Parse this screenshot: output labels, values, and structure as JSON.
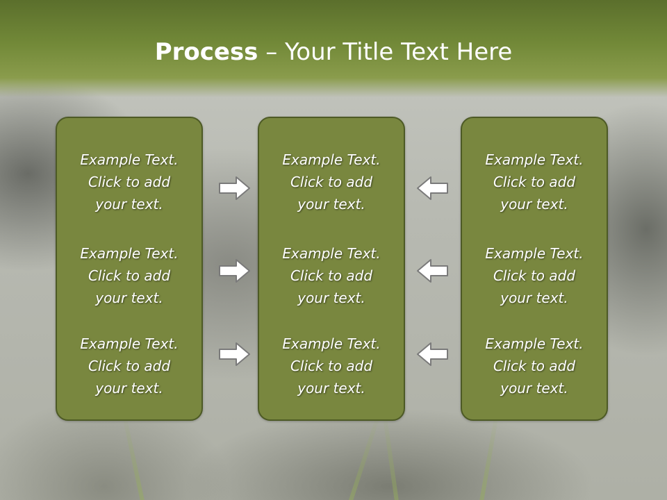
{
  "title": {
    "bold": "Process",
    "rest": " – Your Title Text Here"
  },
  "panels": [
    {
      "items": [
        {
          "l1": "Example Text.",
          "l2": "Click  to add",
          "l3": "your text."
        },
        {
          "l1": "Example Text.",
          "l2": "Click  to add",
          "l3": "your text."
        },
        {
          "l1": "Example Text.",
          "l2": "Click  to add",
          "l3": "your text."
        }
      ]
    },
    {
      "items": [
        {
          "l1": "Example Text.",
          "l2": "Click  to add",
          "l3": "your text."
        },
        {
          "l1": "Example Text.",
          "l2": "Click  to add",
          "l3": "your text."
        },
        {
          "l1": "Example Text.",
          "l2": "Click  to add",
          "l3": "your text."
        }
      ]
    },
    {
      "items": [
        {
          "l1": "Example Text.",
          "l2": "Click  to add",
          "l3": "your text."
        },
        {
          "l1": "Example Text.",
          "l2": "Click  to add",
          "l3": "your text."
        },
        {
          "l1": "Example Text.",
          "l2": "Click  to add",
          "l3": "your text."
        }
      ]
    }
  ],
  "colors": {
    "panel_fill": "#79873f",
    "panel_border": "#4d5a25",
    "title_band": "#728938",
    "arrow_fill": "#ffffff",
    "arrow_stroke": "#7a7a7a"
  },
  "icons": {
    "left_arrows": "arrow-right-icon",
    "right_arrows": "arrow-left-icon"
  }
}
